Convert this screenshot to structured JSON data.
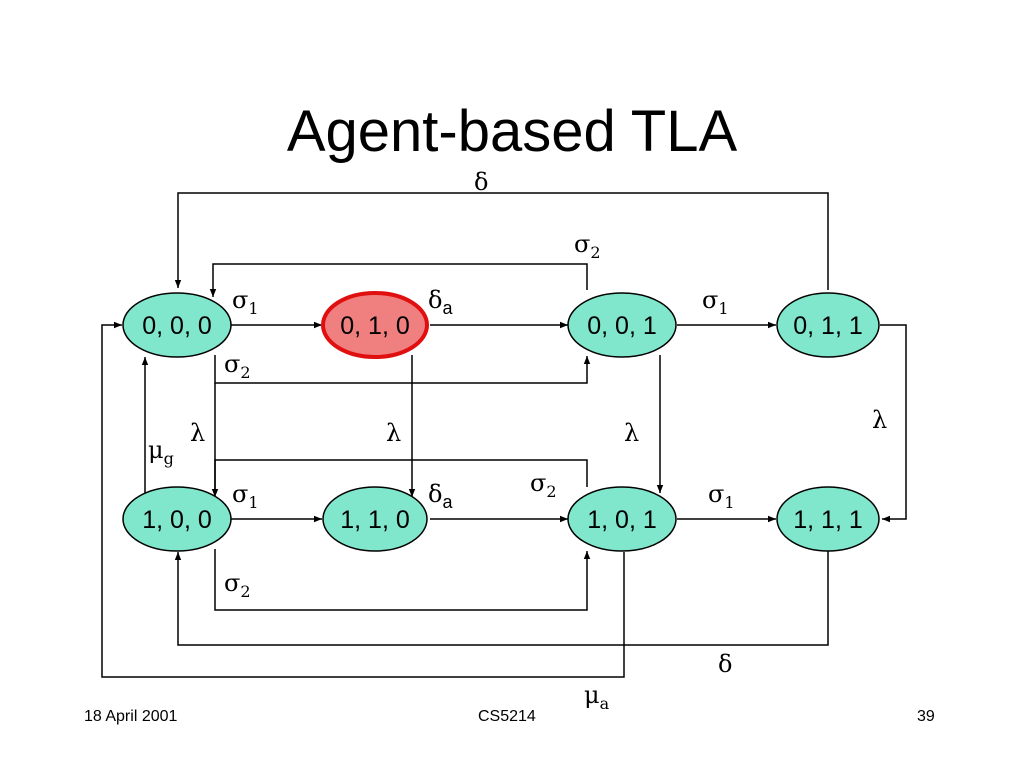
{
  "slide": {
    "title": "Agent-based TLA",
    "footer_date": "18 April 2001",
    "footer_course": "CS5214",
    "footer_page": "39"
  },
  "colors": {
    "node_fill": "#80e6cc",
    "highlight_fill": "#f07f80",
    "highlight_stroke": "#e01010",
    "edge": "#000000"
  },
  "diagram": {
    "nodes": {
      "n000": "0, 0, 0",
      "n010": "0, 1, 0",
      "n001": "0, 0, 1",
      "n011": "0, 1, 1",
      "n100": "1, 0, 0",
      "n110": "1, 1, 0",
      "n101": "1, 0, 1",
      "n111": "1, 1, 1"
    },
    "labels": {
      "delta_top": {
        "base": "δ",
        "sub": ""
      },
      "sigma2_top": {
        "base": "σ",
        "sub": "2"
      },
      "sigma1_a": {
        "base": "σ",
        "sub": "1"
      },
      "deltaa_top": {
        "base": "δ",
        "sub": "a"
      },
      "sigma1_b": {
        "base": "σ",
        "sub": "1"
      },
      "sigma2_mid": {
        "base": "σ",
        "sub": "2"
      },
      "lambda_1": {
        "base": "λ",
        "sub": ""
      },
      "lambda_2": {
        "base": "λ",
        "sub": ""
      },
      "lambda_3": {
        "base": "λ",
        "sub": ""
      },
      "lambda_4": {
        "base": "λ",
        "sub": ""
      },
      "mu_g": {
        "base": "μ",
        "sub": "g"
      },
      "sigma2_low": {
        "base": "σ",
        "sub": "2"
      },
      "sigma1_c": {
        "base": "σ",
        "sub": "1"
      },
      "deltaa_bot": {
        "base": "δ",
        "sub": "a"
      },
      "sigma1_d": {
        "base": "σ",
        "sub": "1"
      },
      "sigma2_bot": {
        "base": "σ",
        "sub": "2"
      },
      "delta_bot": {
        "base": "δ",
        "sub": ""
      },
      "mu_a": {
        "base": "μ",
        "sub": "a"
      }
    }
  }
}
